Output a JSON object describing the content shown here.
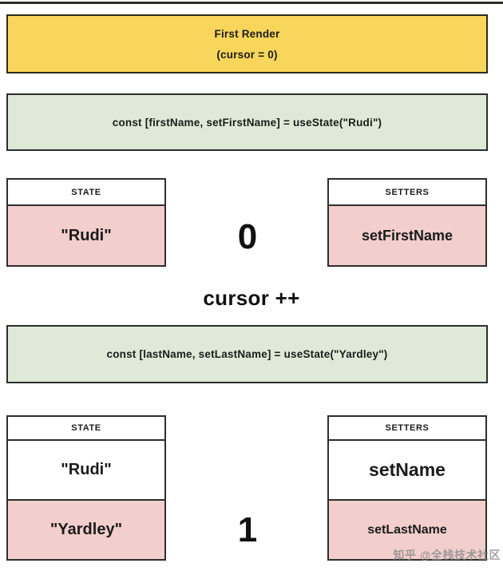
{
  "banner": {
    "line1": "First Render",
    "line2": "(cursor = 0)"
  },
  "code_blocks": [
    {
      "text": "const [firstName, setFirstName] = useState(\"Rudi\")"
    },
    {
      "text": "const [lastName, setLastName] = useState(\"Yardley\")"
    }
  ],
  "cursor_label": "cursor ++",
  "render1": {
    "index": "0",
    "state": {
      "header": "STATE",
      "cells": [
        {
          "text": "\"Rudi\"",
          "highlight": true
        }
      ]
    },
    "setters": {
      "header": "SETTERS",
      "cells": [
        {
          "text": "setFirstName",
          "highlight": true
        }
      ]
    }
  },
  "render2": {
    "index": "1",
    "state": {
      "header": "STATE",
      "cells": [
        {
          "text": "\"Rudi\"",
          "highlight": false
        },
        {
          "text": "\"Yardley\"",
          "highlight": true
        }
      ]
    },
    "setters": {
      "header": "SETTERS",
      "cells": [
        {
          "text": "setName",
          "highlight": false
        },
        {
          "text": "setLastName",
          "highlight": true
        }
      ]
    }
  },
  "watermark": "知乎 @全栈技术社区",
  "colors": {
    "banner_bg": "#f8d65c",
    "code_bg": "#deead7",
    "highlight_bg": "#f2cfcc",
    "border": "#2e2e2e"
  }
}
